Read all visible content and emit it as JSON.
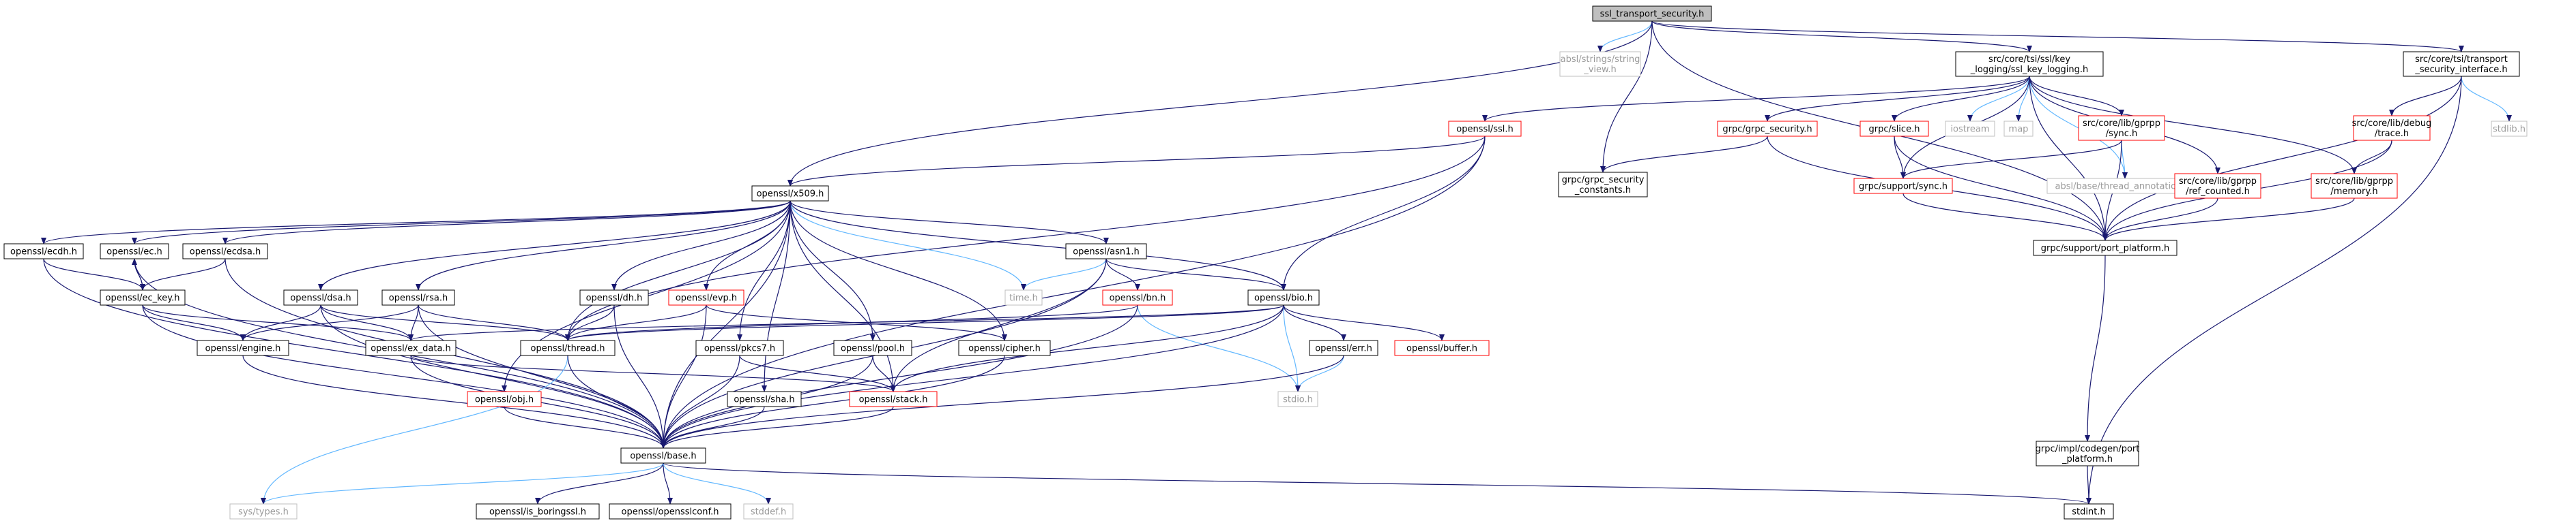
{
  "graph": {
    "nodes": {
      "ssl_transport_security_h": [
        "ssl_transport_security.h"
      ],
      "absl_string_view": [
        "absl/strings/string",
        "_view.h"
      ],
      "grpc_security_constants": [
        "grpc/grpc_security",
        "_constants.h"
      ],
      "ssl_key_logging": [
        "src/core/tsi/ssl/key",
        "_logging/ssl_key_logging.h"
      ],
      "transport_security_interface": [
        "src/core/tsi/transport",
        "_security_interface.h"
      ],
      "openssl_ssl": [
        "openssl/ssl.h"
      ],
      "grpc_grpc_security": [
        "grpc/grpc_security.h"
      ],
      "grpc_slice": [
        "grpc/slice.h"
      ],
      "iostream": [
        "iostream"
      ],
      "map": [
        "map"
      ],
      "gprpp_sync": [
        "src/core/lib/gprpp",
        "/sync.h"
      ],
      "debug_trace": [
        "src/core/lib/debug",
        "/trace.h"
      ],
      "stdlib": [
        "stdlib.h"
      ],
      "openssl_x509": [
        "openssl/x509.h"
      ],
      "grpc_support_sync": [
        "grpc/support/sync.h"
      ],
      "thread_annotations": [
        "absl/base/thread_annotations.h"
      ],
      "ref_counted": [
        "src/core/lib/gprpp",
        "/ref_counted.h"
      ],
      "gprpp_memory": [
        "src/core/lib/gprpp",
        "/memory.h"
      ],
      "port_platform": [
        "grpc/support/port_platform.h"
      ],
      "openssl_ecdh": [
        "openssl/ecdh.h"
      ],
      "openssl_ec": [
        "openssl/ec.h"
      ],
      "openssl_ecdsa": [
        "openssl/ecdsa.h"
      ],
      "openssl_asn1": [
        "openssl/asn1.h"
      ],
      "ec_key": [
        "openssl/ec_key.h"
      ],
      "openssl_dsa": [
        "openssl/dsa.h"
      ],
      "openssl_rsa": [
        "openssl/rsa.h"
      ],
      "openssl_dh": [
        "openssl/dh.h"
      ],
      "openssl_evp": [
        "openssl/evp.h"
      ],
      "time_h": [
        "time.h"
      ],
      "openssl_bn": [
        "openssl/bn.h"
      ],
      "openssl_bio": [
        "openssl/bio.h"
      ],
      "openssl_engine": [
        "openssl/engine.h"
      ],
      "ex_data": [
        "openssl/ex_data.h"
      ],
      "openssl_thread": [
        "openssl/thread.h"
      ],
      "pkcs7": [
        "openssl/pkcs7.h"
      ],
      "openssl_pool": [
        "openssl/pool.h"
      ],
      "openssl_cipher": [
        "openssl/cipher.h"
      ],
      "openssl_err": [
        "openssl/err.h"
      ],
      "openssl_buffer": [
        "openssl/buffer.h"
      ],
      "openssl_obj": [
        "openssl/obj.h"
      ],
      "openssl_sha": [
        "openssl/sha.h"
      ],
      "openssl_stack": [
        "openssl/stack.h"
      ],
      "stdio": [
        "stdio.h"
      ],
      "codegen_port_platform": [
        "grpc/impl/codegen/port",
        "_platform.h"
      ],
      "openssl_base": [
        "openssl/base.h"
      ],
      "sys_types": [
        "sys/types.h"
      ],
      "is_boringssl": [
        "openssl/is_boringssl.h"
      ],
      "opensslconf": [
        "openssl/opensslconf.h"
      ],
      "stddef": [
        "stddef.h"
      ],
      "stdint": [
        "stdint.h"
      ]
    },
    "colors": {
      "edge": "#191970",
      "edge_external": "#63b8ff",
      "missing_border": "#ff0000",
      "external_border": "#bfbfbf",
      "root_fill": "#bfbfbf"
    }
  }
}
